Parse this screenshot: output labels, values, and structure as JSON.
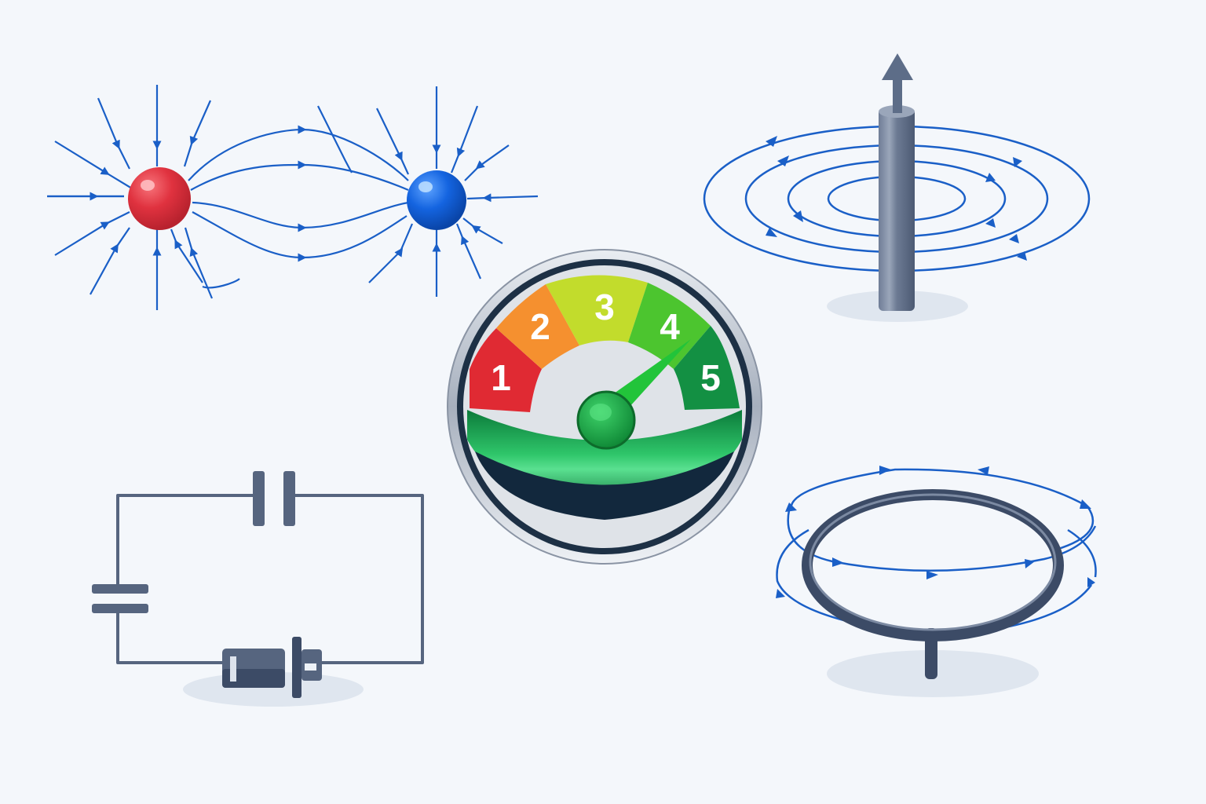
{
  "scene": {
    "background": "#f4f7fb",
    "field_line_color": "#1a5fc7",
    "metal_color": "#56657f"
  },
  "panels": {
    "electric_dipole": {
      "label": "electric-dipole",
      "positive_charge_color": "#e0323f",
      "negative_charge_color": "#0f5bd4"
    },
    "straight_wire": {
      "label": "current-carrying-wire",
      "loops": 4
    },
    "circuit": {
      "label": "rc-circuit-with-diode"
    },
    "current_loop": {
      "label": "current-loop"
    }
  },
  "gauge": {
    "segments": [
      {
        "label": "1",
        "color": "#e02a33"
      },
      {
        "label": "2",
        "color": "#f5902f"
      },
      {
        "label": "3",
        "color": "#c2dc2c"
      },
      {
        "label": "4",
        "color": "#4cc52f"
      },
      {
        "label": "5",
        "color": "#139043"
      }
    ],
    "needle_value": "4.5",
    "needle_color": "#22c43a"
  }
}
